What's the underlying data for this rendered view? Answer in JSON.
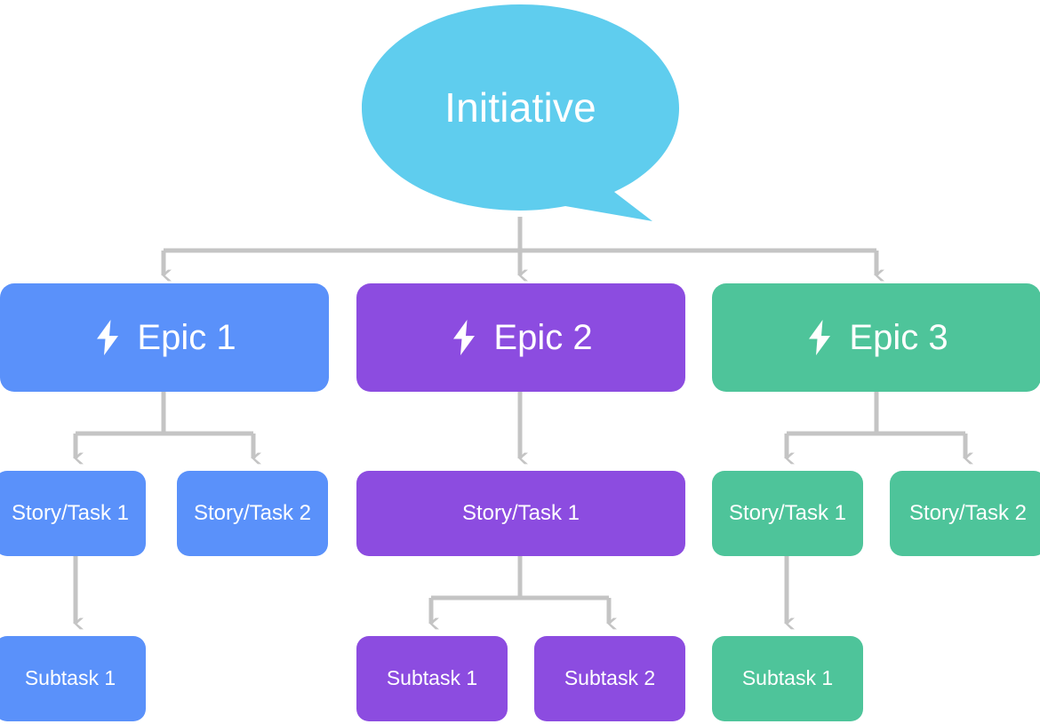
{
  "diagram": {
    "title_text": "Initiative",
    "type": "hierarchy-tree",
    "levels": [
      "Initiative",
      "Epic",
      "Story/Task",
      "Subtask"
    ],
    "colors": {
      "initiative": "#5fcdee",
      "epic1": "#5a91fa",
      "epic2": "#8c4ce0",
      "epic3": "#4ec49a",
      "connector": "#c4c4c4",
      "text": "#ffffff",
      "background": "#ffffff"
    }
  },
  "root": {
    "label": "Initiative",
    "shape": "speech-bubble",
    "color": "#5fcdee"
  },
  "branches": [
    {
      "epic": {
        "label": "Epic 1",
        "icon": "lightning-bolt-icon",
        "color": "#5a91fa"
      },
      "stories": [
        {
          "label": "Story/Task 1",
          "color": "#5a91fa",
          "subtasks": [
            {
              "label": "Subtask 1",
              "color": "#5a91fa"
            }
          ]
        },
        {
          "label": "Story/Task 2",
          "color": "#5a91fa",
          "subtasks": []
        }
      ]
    },
    {
      "epic": {
        "label": "Epic 2",
        "icon": "lightning-bolt-icon",
        "color": "#8c4ce0"
      },
      "stories": [
        {
          "label": "Story/Task 1",
          "color": "#8c4ce0",
          "subtasks": [
            {
              "label": "Subtask 1",
              "color": "#8c4ce0"
            },
            {
              "label": "Subtask 2",
              "color": "#8c4ce0"
            }
          ]
        }
      ]
    },
    {
      "epic": {
        "label": "Epic 3",
        "icon": "lightning-bolt-icon",
        "color": "#4ec49a"
      },
      "stories": [
        {
          "label": "Story/Task 1",
          "color": "#4ec49a",
          "subtasks": [
            {
              "label": "Subtask 1",
              "color": "#4ec49a"
            }
          ]
        },
        {
          "label": "Story/Task 2",
          "color": "#4ec49a",
          "subtasks": []
        }
      ]
    }
  ]
}
